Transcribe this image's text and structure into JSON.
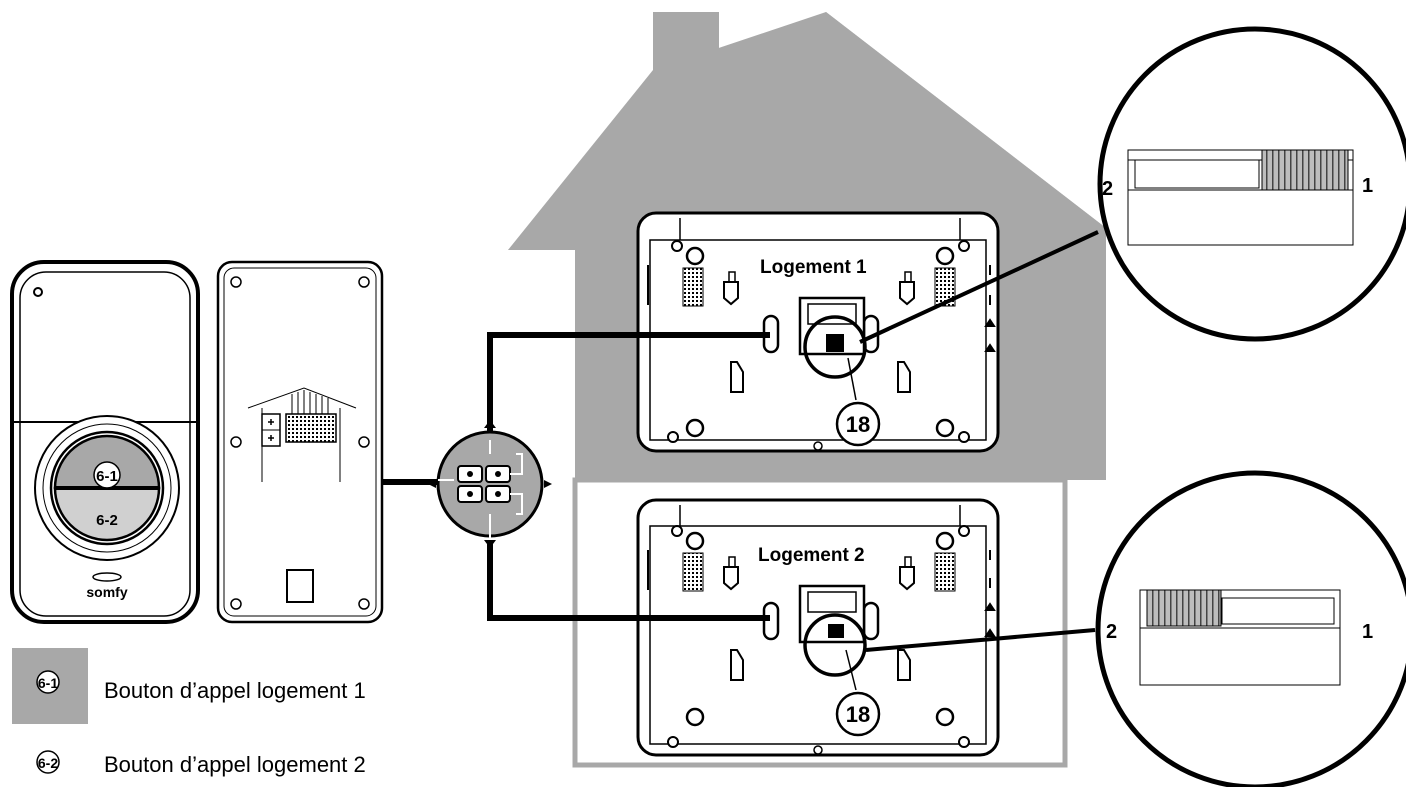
{
  "diagram": {
    "units": {
      "unit1_label": "Logement 1",
      "unit2_label": "Logement 2",
      "callout_number": "18"
    },
    "outdoor_station": {
      "brand": "somfy",
      "button1_label": "6-1",
      "button2_label": "6-2"
    },
    "zoom_views": {
      "top": {
        "left_label": "2",
        "right_label": "1"
      },
      "bottom": {
        "left_label": "2",
        "right_label": "1"
      }
    },
    "legend": [
      {
        "badge": "6-1",
        "text": "Bouton d’appel logement 1"
      },
      {
        "badge": "6-2",
        "text": "Bouton d’appel logement 2"
      }
    ],
    "colors": {
      "house_roof": "#a8a8a8",
      "house_body_upper": "#a8a8a8",
      "highlight_box": "#a8a8a8",
      "lines": "#000000"
    }
  }
}
